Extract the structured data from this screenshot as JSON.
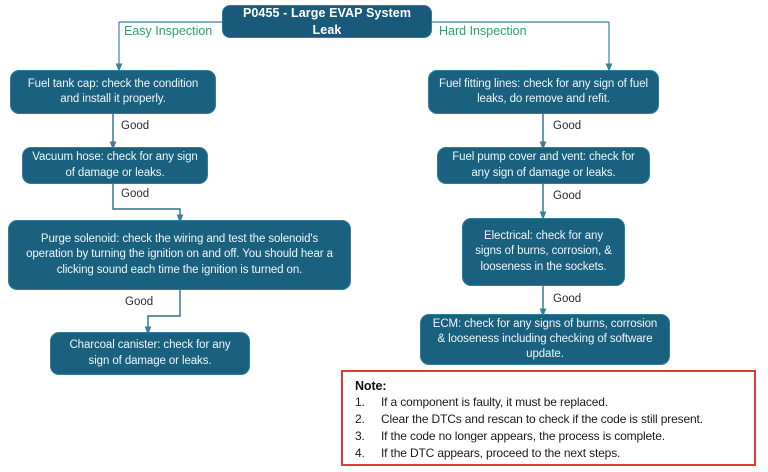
{
  "diagram": {
    "title_node": {
      "label": "P0455 - Large EVAP System Leak"
    },
    "branches": [
      {
        "name": "easy",
        "label": "Easy Inspection",
        "color": "#2ea06c"
      },
      {
        "name": "hard",
        "label": "Hard Inspection",
        "color": "#2ea06c"
      }
    ],
    "edge_label": "Good",
    "left_column": [
      {
        "id": "fuel-tank-cap",
        "label": "Fuel tank cap: check the condition and install it properly."
      },
      {
        "id": "vacuum-hose",
        "label": "Vacuum hose: check for any sign of damage or leaks."
      },
      {
        "id": "purge-solenoid",
        "label": "Purge solenoid: check the wiring and test the solenoid's operation by turning the ignition on and off. You should hear a clicking sound each time the ignition is turned on."
      },
      {
        "id": "charcoal-canister",
        "label": "Charcoal canister: check for any sign of damage or leaks."
      }
    ],
    "right_column": [
      {
        "id": "fuel-fitting-lines",
        "label": "Fuel fitting lines: check for any sign of fuel leaks, do remove and refit."
      },
      {
        "id": "fuel-pump-cover",
        "label": "Fuel pump cover and vent: check for any sign of damage or leaks."
      },
      {
        "id": "electrical",
        "label": "Electrical: check for any signs of burns, corrosion, & looseness in the sockets."
      },
      {
        "id": "ecm",
        "label": "ECM: check for any signs of burns, corrosion & looseness including checking of software update."
      }
    ],
    "edge_labels": {
      "left_1": "Good",
      "left_2": "Good",
      "left_3": "Good",
      "right_1": "Good",
      "right_2": "Good",
      "right_3": "Good"
    },
    "note": {
      "heading": "Note:",
      "items": [
        {
          "num": "1.",
          "text": "If a component is faulty, it must be replaced."
        },
        {
          "num": "2.",
          "text": "Clear the DTCs and rescan to check if the code is still present."
        },
        {
          "num": "3.",
          "text": "If the code no longer appears, the process is complete."
        },
        {
          "num": "4.",
          "text": "If the DTC appears, proceed to the next steps."
        }
      ],
      "border_color": "#e03c31"
    },
    "colors": {
      "node_fill": "#1a607f",
      "node_border": "#2d7e9e",
      "node_text": "#eef6fa",
      "branch_text": "#2ea06c",
      "edge_text": "#2b2b2b",
      "connector": "#3d7f9b",
      "note_border": "#e03c31",
      "background": "#ffffff"
    }
  }
}
